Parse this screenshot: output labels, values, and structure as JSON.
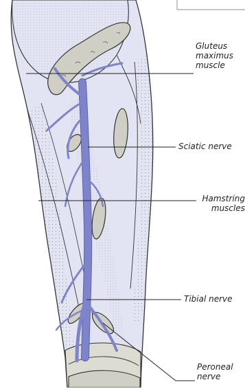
{
  "labels": {
    "gluteus": "Gluteus\nmaximus\nmuscle",
    "sciatic": "Sciatic nerve",
    "hamstring": "Hamstring\nmuscles",
    "tibial": "Tibial nerve",
    "peroneal": "Peroneal\nnerve"
  },
  "colors": {
    "muscle_fill": "#e3e4f3",
    "nerve": "#7d84c9",
    "nerve_dark": "#5c63ad",
    "bone_fill": "#cfcfc6",
    "outline": "#333333"
  }
}
